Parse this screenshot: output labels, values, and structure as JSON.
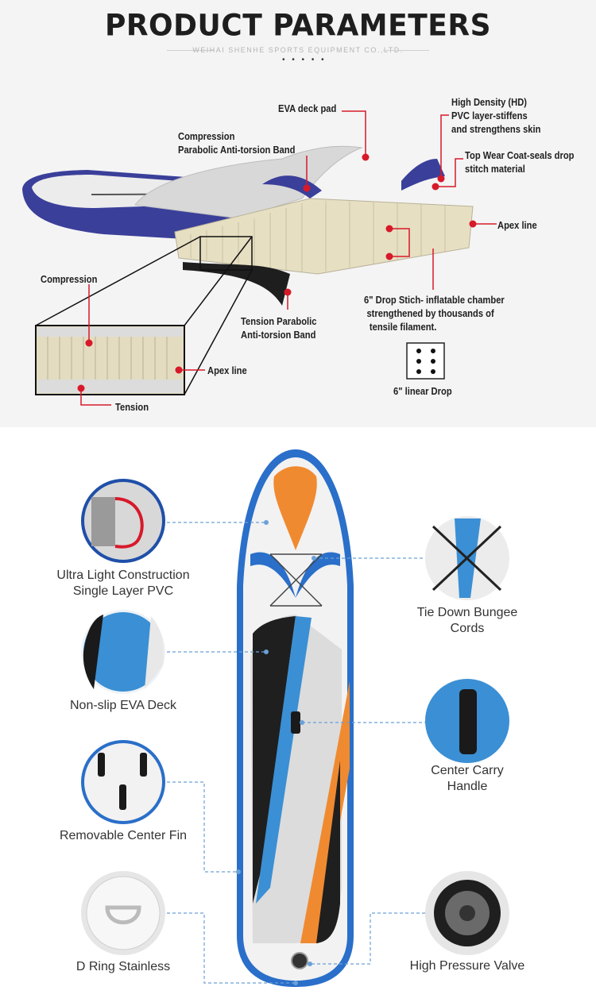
{
  "header": {
    "title": "PRODUCT PARAMETERS",
    "subtitle": "WEIHAI SHENHE SPORTS EQUIPMENT CO.,LTD.",
    "dots": "• • • • •"
  },
  "diagram_labels": {
    "eva_deck_pad": "EVA deck pad",
    "compression_band_1": "Compression",
    "compression_band_2": "Parabolic Anti-torsion Band",
    "hd_pvc_1": "High Density (HD)",
    "hd_pvc_2": "PVC layer-stiffens",
    "hd_pvc_3": "and strengthens skin",
    "top_wear_1": "Top Wear Coat-seals drop",
    "top_wear_2": "stitch material",
    "apex_line_main": "Apex line",
    "compression": "Compression",
    "tension_band_1": "Tension Parabolic",
    "tension_band_2": "Anti-torsion Band",
    "drop_stitch_1": "6\" Drop Stich- inflatable chamber",
    "drop_stitch_2": "strengthened by thousands of",
    "drop_stitch_3": "tensile filament.",
    "apex_line_zoom": "Apex line",
    "tension": "Tension",
    "linear_drop": "6\" linear Drop"
  },
  "features": {
    "ultra_light_1": "Ultra Light Construction",
    "ultra_light_2": "Single Layer PVC",
    "non_slip": "Non-slip EVA Deck",
    "fin": "Removable Center Fin",
    "d_ring": "D Ring Stainless",
    "bungee_1": "Tie Down Bungee",
    "bungee_2": "Cords",
    "handle_1": "Center Carry",
    "handle_2": "Handle",
    "valve": "High Pressure Valve"
  },
  "colors": {
    "accent_red": "#d7192a",
    "board_blue": "#2a6fc9",
    "board_orange": "#f08a30",
    "board_navy": "#3a3f9a",
    "dashed_line": "#6aa0d8"
  }
}
